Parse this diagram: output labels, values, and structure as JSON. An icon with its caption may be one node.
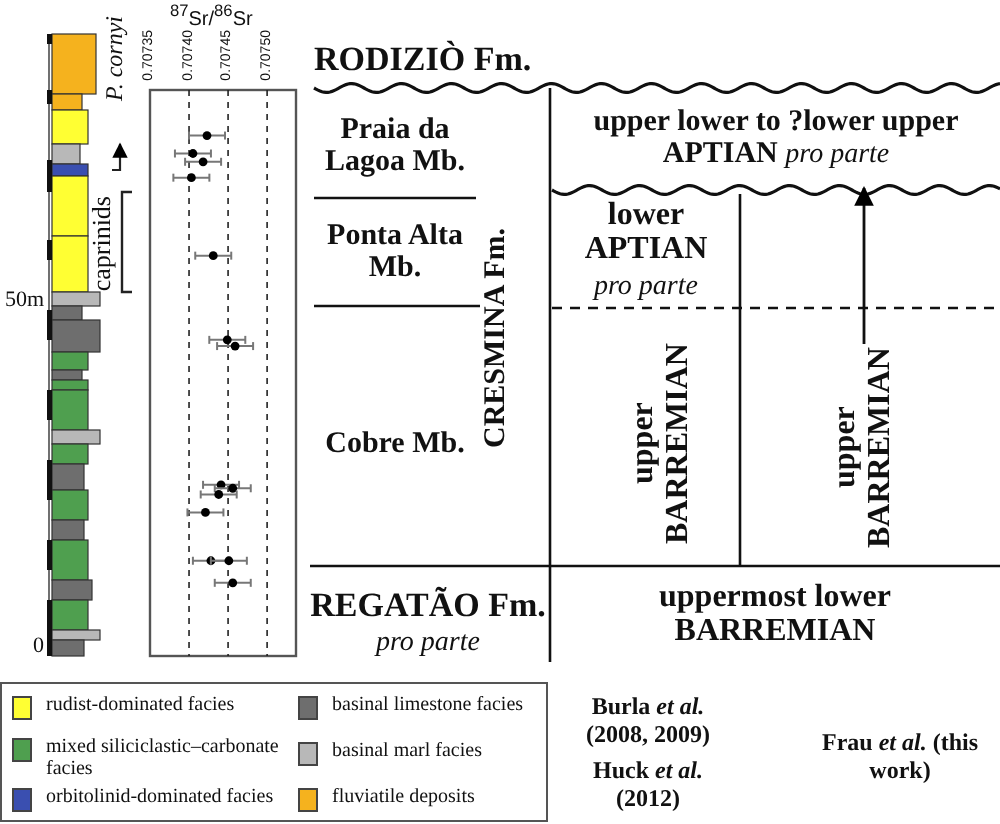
{
  "diagram": {
    "nodes": [
      {
        "text": [
          "Praia da Lagoa Mb."
        ]
      },
      {
        "text": [
          "Ponta Alta Mb."
        ]
      },
      {
        "text": [
          "Cobre Mb."
        ]
      },
      {
        "text": [
          "CRESMINA Fm."
        ]
      },
      {
        "text": [
          "upper lower to ?lower upper APTIAN *pro parte*"
        ]
      },
      {
        "text": [
          "lower APTIAN",
          "pro parte"
        ]
      },
      {
        "text": [
          "upper BARREMIAN"
        ]
      },
      {
        "text": [
          "upper BARREMIAN"
        ]
      },
      {
        "text": [
          "REGATÃO Fm.",
          "pro parte"
        ]
      },
      {
        "text": [
          "uppermost lower BARREMIAN"
        ]
      }
    ],
    "edges": [
      {
        "from": 7,
        "to": 4,
        "arrow": "to"
      }
    ],
    "labels": [
      "RODIZIÒ Fm.",
      "P. cornyi",
      "caprinids",
      "Burla *et al.* (2008, 2009)",
      "Huck *et al.* (2012)",
      "Frau *et al.* (this work)"
    ],
    "legend": [
      {
        "text": "rudist-dominated facies",
        "color": "#ffff33"
      },
      {
        "text": "mixed siliciclastic–carbonate facies",
        "color": "#4f9f4f"
      },
      {
        "text": "orbitolinid-dominated facies",
        "color": "#3a4fb0"
      },
      {
        "text": "basinal limestone facies",
        "color": "#6e6e6e"
      },
      {
        "text": "basinal marl facies",
        "color": "#b8b8b8"
      },
      {
        "text": "fluviatile deposits",
        "color": "#f5b21e"
      }
    ],
    "chart_data": {
      "type": "scatter",
      "xlabel": "$^{87}$Sr/$^{86}$Sr",
      "grid": true,
      "xlim": [
        0.70735,
        0.707537
      ],
      "ylim": [
        -1,
        81
      ],
      "xticks": [
        {
          "value": 0.70735,
          "label": "0.70735"
        },
        {
          "value": 0.7074,
          "label": "0.70740"
        },
        {
          "value": 0.70745,
          "label": "0.70745"
        },
        {
          "value": 0.7075,
          "label": "0.70750"
        }
      ],
      "yticks": [
        {
          "value": 0,
          "label": "0"
        },
        {
          "value": 50,
          "label": "50m"
        }
      ],
      "series": [
        {
          "color": "#000000",
          "x": [
            0.707423,
            0.707405,
            0.707418,
            0.707403,
            0.707431,
            0.707449,
            0.707459,
            0.707441,
            0.707456,
            0.707438,
            0.707421,
            0.707428,
            0.707451,
            0.707456
          ],
          "values": [
            74.4,
            71.8,
            70.6,
            68.3,
            57.0,
            44.8,
            43.9,
            23.8,
            23.3,
            22.4,
            19.8,
            12.8,
            12.8,
            9.6
          ]
        }
      ]
    }
  }
}
